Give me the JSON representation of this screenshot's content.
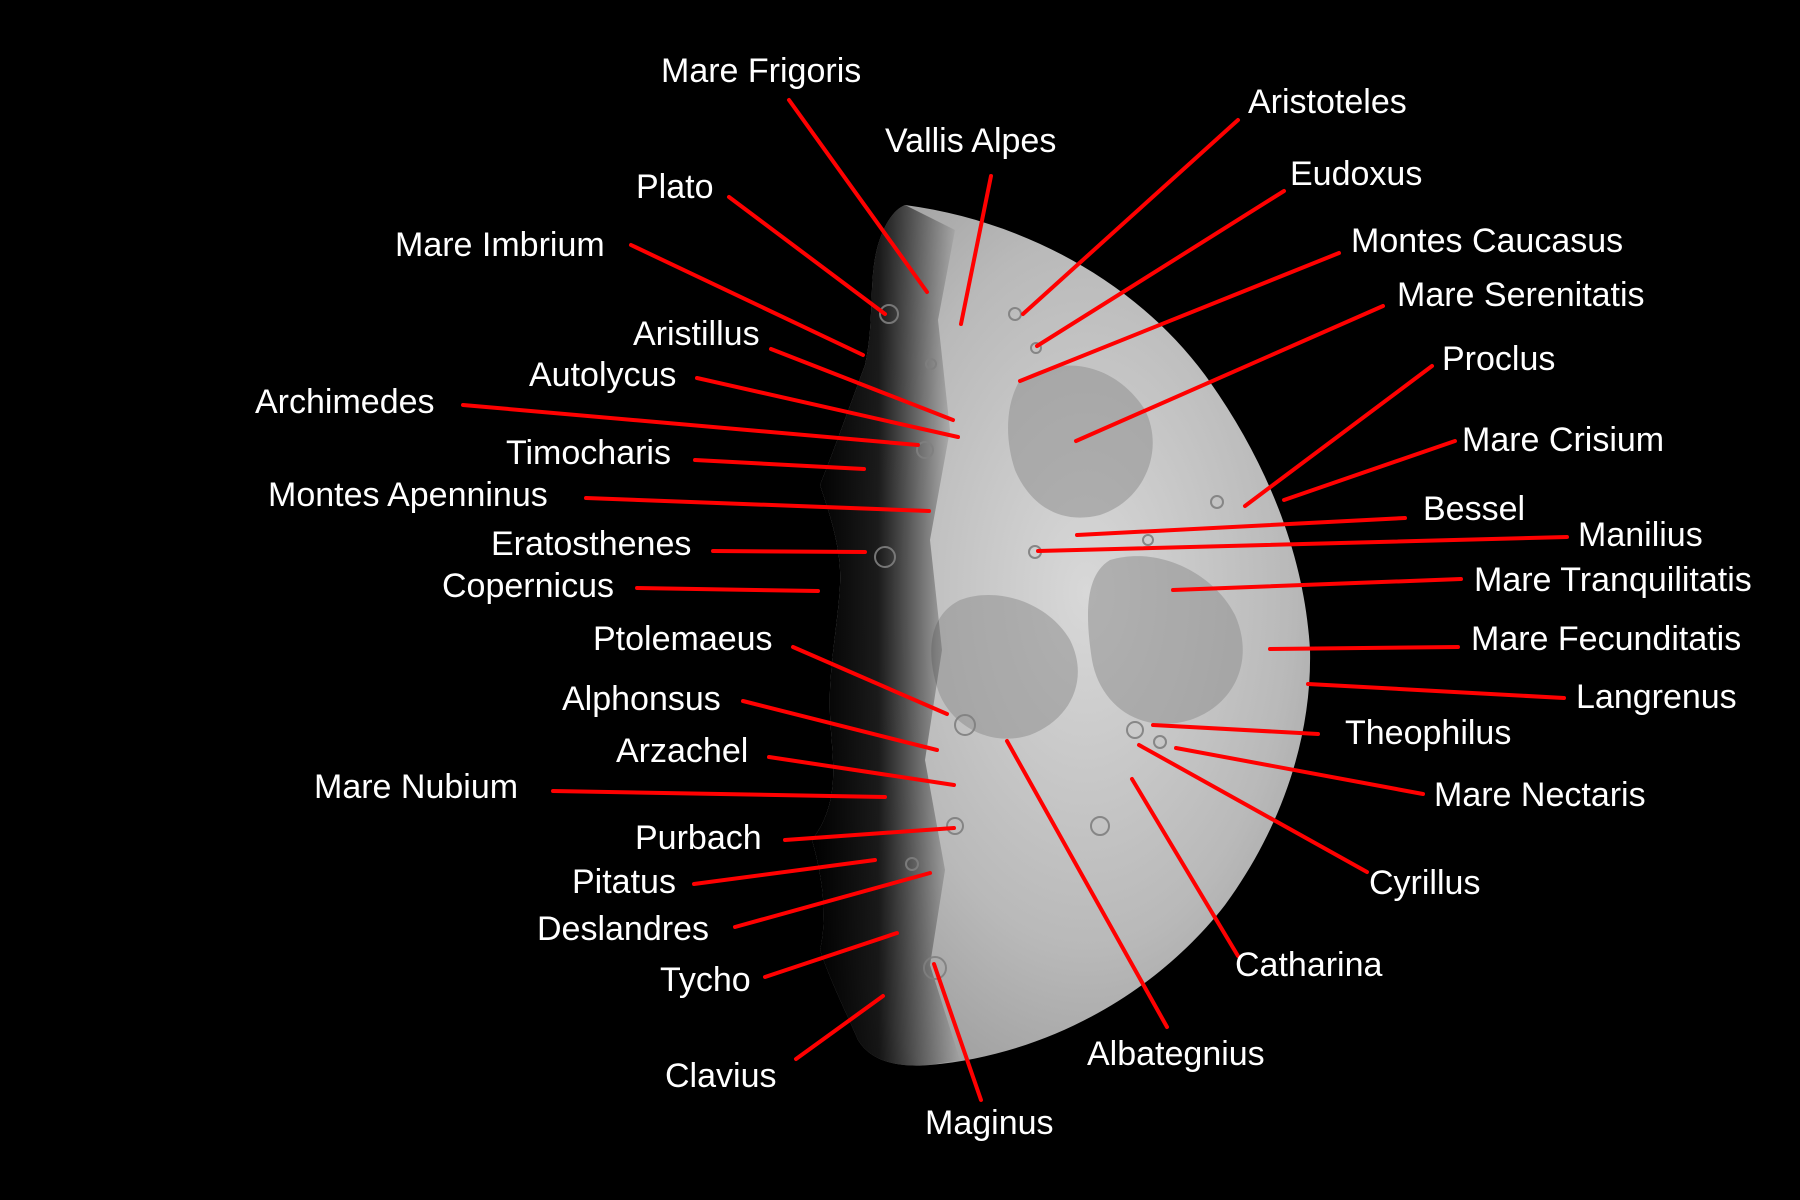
{
  "colors": {
    "background": "#000000",
    "label_text": "#ffffff",
    "leader_line": "#ff0000"
  },
  "labels": [
    {
      "id": "mare-frigoris",
      "text": "Mare Frigoris"
    },
    {
      "id": "vallis-alpes",
      "text": "Vallis Alpes"
    },
    {
      "id": "plato",
      "text": "Plato"
    },
    {
      "id": "mare-imbrium",
      "text": "Mare Imbrium"
    },
    {
      "id": "aristillus",
      "text": "Aristillus"
    },
    {
      "id": "autolycus",
      "text": "Autolycus"
    },
    {
      "id": "archimedes",
      "text": "Archimedes"
    },
    {
      "id": "timocharis",
      "text": "Timocharis"
    },
    {
      "id": "montes-apenninus",
      "text": "Montes Apenninus"
    },
    {
      "id": "eratosthenes",
      "text": "Eratosthenes"
    },
    {
      "id": "copernicus",
      "text": "Copernicus"
    },
    {
      "id": "ptolemaeus",
      "text": "Ptolemaeus"
    },
    {
      "id": "alphonsus",
      "text": "Alphonsus"
    },
    {
      "id": "arzachel",
      "text": "Arzachel"
    },
    {
      "id": "mare-nubium",
      "text": "Mare Nubium"
    },
    {
      "id": "purbach",
      "text": "Purbach"
    },
    {
      "id": "pitatus",
      "text": "Pitatus"
    },
    {
      "id": "deslandres",
      "text": "Deslandres"
    },
    {
      "id": "tycho",
      "text": "Tycho"
    },
    {
      "id": "clavius",
      "text": "Clavius"
    },
    {
      "id": "maginus",
      "text": "Maginus"
    },
    {
      "id": "albategnius",
      "text": "Albategnius"
    },
    {
      "id": "catharina",
      "text": "Catharina"
    },
    {
      "id": "cyrillus",
      "text": "Cyrillus"
    },
    {
      "id": "mare-nectaris",
      "text": "Mare Nectaris"
    },
    {
      "id": "theophilus",
      "text": "Theophilus"
    },
    {
      "id": "langrenus",
      "text": "Langrenus"
    },
    {
      "id": "mare-fecunditatis",
      "text": "Mare Fecunditatis"
    },
    {
      "id": "mare-tranquilitatis",
      "text": "Mare Tranquilitatis"
    },
    {
      "id": "manilius",
      "text": "Manilius"
    },
    {
      "id": "bessel",
      "text": "Bessel"
    },
    {
      "id": "mare-crisium",
      "text": "Mare Crisium"
    },
    {
      "id": "proclus",
      "text": "Proclus"
    },
    {
      "id": "mare-serenitatis",
      "text": "Mare Serenitatis"
    },
    {
      "id": "montes-caucasus",
      "text": "Montes Caucasus"
    },
    {
      "id": "eudoxus",
      "text": "Eudoxus"
    },
    {
      "id": "aristoteles",
      "text": "Aristoteles"
    }
  ]
}
